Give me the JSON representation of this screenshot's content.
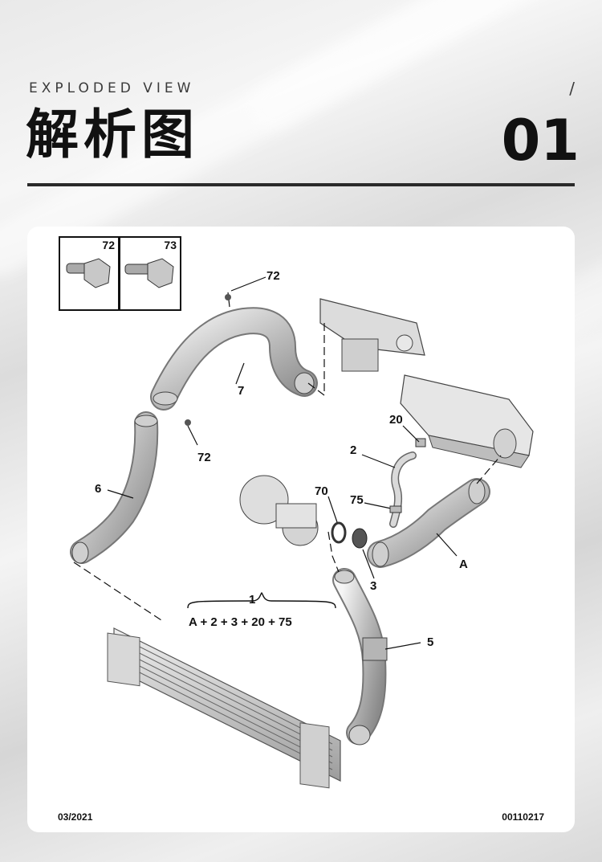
{
  "header": {
    "subtitle": "EXPLODED VIEW",
    "slash": "/",
    "title": "解析图",
    "number": "01"
  },
  "diagram": {
    "inset_boxes": [
      {
        "label": "72"
      },
      {
        "label": "73"
      }
    ],
    "callouts": {
      "c72_top": "72",
      "c7": "7",
      "c72_bottom": "72",
      "c6": "6",
      "c20": "20",
      "c2": "2",
      "c70": "70",
      "c75": "75",
      "cA": "A",
      "c3": "3",
      "c5": "5",
      "c1": "1"
    },
    "kit_formula": "A + 2 + 3 + 20 + 75",
    "footer_date": "03/2021",
    "footer_code": "00110217"
  }
}
